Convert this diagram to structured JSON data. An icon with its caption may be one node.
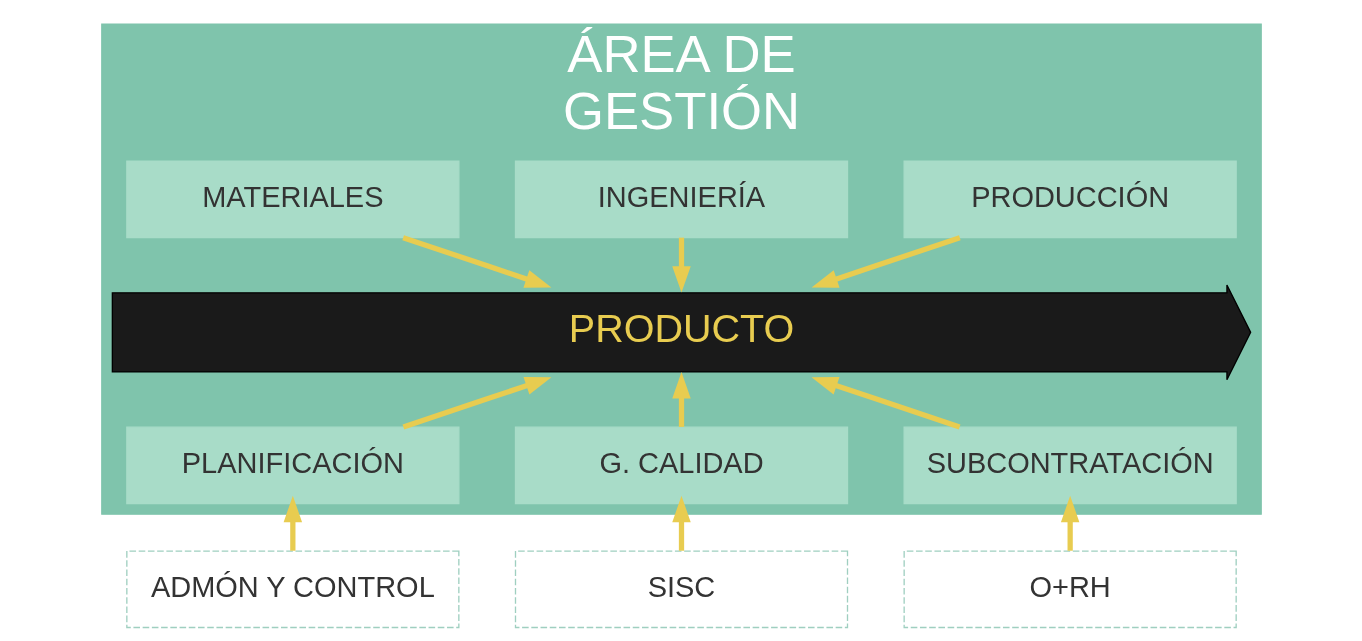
{
  "diagram": {
    "nodes": [
      {
        "text": [
          "ÁREA DE",
          "GESTIÓN"
        ]
      },
      {
        "text": [
          "PRODUCCIÓN"
        ],
        "in": 0
      },
      {
        "text": [
          "INGENIERÍA"
        ],
        "in": 0
      },
      {
        "text": [
          "MATERIALES"
        ],
        "in": 0
      },
      {
        "text": [
          "PRODUCTO"
        ],
        "in": 0
      },
      {
        "text": [
          "PLANIFICACIÓN"
        ],
        "in": 0
      },
      {
        "text": [
          "G. CALIDAD"
        ],
        "in": 0
      },
      {
        "text": [
          "SUBCONTRATACIÓN"
        ],
        "in": 0
      },
      {
        "text": [
          "ADMÓN Y CONTROL"
        ]
      },
      {
        "text": [
          "SISC"
        ]
      },
      {
        "text": [
          "O+RH"
        ]
      }
    ],
    "edges": [
      {
        "from": 1,
        "to": 4,
        "arrow": "to"
      },
      {
        "from": 2,
        "to": 4,
        "arrow": "to"
      },
      {
        "from": 3,
        "to": 4,
        "arrow": "to"
      },
      {
        "from": 5,
        "to": 4,
        "arrow": "to"
      },
      {
        "from": 6,
        "to": 4,
        "arrow": "to"
      },
      {
        "from": 7,
        "to": 4,
        "arrow": "to"
      },
      {
        "from": 8,
        "to": 0,
        "arrow": "to"
      },
      {
        "from": 9,
        "to": 0,
        "arrow": "to"
      },
      {
        "from": 10,
        "to": 0,
        "arrow": "to"
      }
    ]
  }
}
